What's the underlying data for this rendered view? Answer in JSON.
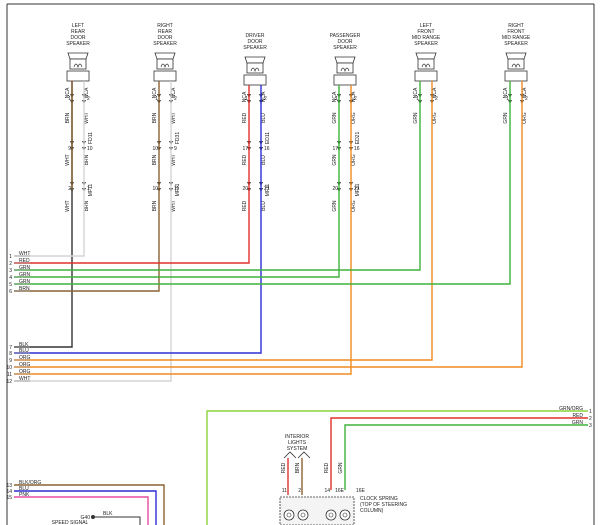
{
  "speakers": [
    {
      "title": [
        "LEFT",
        "REAR",
        "DOOR",
        "SPEAKER"
      ],
      "pin_labels": [
        "NCA",
        "NCA"
      ],
      "pin_nums": [
        "1",
        "2"
      ],
      "wire_colors": [
        "BRN",
        "WHT"
      ],
      "connector_pins": [
        "9",
        "10"
      ],
      "connector_name": "FD11",
      "lower_colors": [
        "WHT",
        "BRN"
      ],
      "lower_pins": [
        "2",
        "1"
      ],
      "lower_name": "MF11"
    },
    {
      "title": [
        "RIGHT",
        "REAR",
        "DOOR",
        "SPEAKER"
      ],
      "pin_labels": [
        "NCA",
        "NCA"
      ],
      "pin_nums": [
        "1",
        "2"
      ],
      "wire_colors": [
        "BRN",
        "WHT"
      ],
      "connector_pins": [
        "10",
        "9"
      ],
      "connector_name": "FD31",
      "lower_colors": [
        "BRN",
        "WHT"
      ],
      "lower_pins": [
        "10",
        "11"
      ],
      "lower_name": "MF31"
    },
    {
      "title": [
        "DRIVER",
        "DOOR",
        "SPEAKER"
      ],
      "pin_labels": [
        "NCA",
        "NCA"
      ],
      "pin_nums": [
        "1",
        "2"
      ],
      "wire_colors": [
        "RED",
        "BLU"
      ],
      "connector_pins": [
        "17",
        "16"
      ],
      "connector_name": "ED11",
      "lower_colors": [
        "RED",
        "BLU"
      ],
      "lower_pins": [
        "20",
        "21"
      ],
      "lower_name": "MF11"
    },
    {
      "title": [
        "PASSENGER",
        "DOOR",
        "SPEAKER"
      ],
      "pin_labels": [
        "NCA",
        "NCA"
      ],
      "pin_nums": [
        "1",
        "2"
      ],
      "wire_colors": [
        "GRN",
        "ORG"
      ],
      "connector_pins": [
        "17",
        "16"
      ],
      "connector_name": "ED21",
      "lower_colors": [
        "GRN",
        "ORG"
      ],
      "lower_pins": [
        "20",
        "21"
      ],
      "lower_name": "MF21"
    },
    {
      "title": [
        "LEFT",
        "FRONT",
        "MID RANGE",
        "SPEAKER"
      ],
      "pin_labels": [
        "NCA",
        "NCA"
      ],
      "pin_nums": [
        "1",
        "2"
      ],
      "wire_colors": [
        "GRN",
        "ORG"
      ]
    },
    {
      "title": [
        "RIGHT",
        "FRONT",
        "MID RANGE",
        "SPEAKER"
      ],
      "pin_labels": [
        "NCA",
        "NCA"
      ],
      "pin_nums": [
        "1",
        "2"
      ],
      "wire_colors": [
        "GRN",
        "ORG"
      ]
    }
  ],
  "left_pins": [
    {
      "pin": "1",
      "label": "WHT"
    },
    {
      "pin": "2",
      "label": "RED"
    },
    {
      "pin": "3",
      "label": "GRN"
    },
    {
      "pin": "4",
      "label": "GRN"
    },
    {
      "pin": "5",
      "label": "GRN"
    },
    {
      "pin": "6",
      "label": "BRN"
    },
    {
      "pin": "7",
      "label": "BLK"
    },
    {
      "pin": "8",
      "label": "BLU"
    },
    {
      "pin": "9",
      "label": "ORG"
    },
    {
      "pin": "10",
      "label": "ORG"
    },
    {
      "pin": "11",
      "label": "ORG"
    },
    {
      "pin": "12",
      "label": "WHT"
    },
    {
      "pin": "13",
      "label": "BLK/ORG"
    },
    {
      "pin": "14",
      "label": "BLU"
    },
    {
      "pin": "15",
      "label": "PNK"
    }
  ],
  "right_pins": [
    {
      "pin": "1",
      "label": "GRN/ORG"
    },
    {
      "pin": "2",
      "label": "RED"
    },
    {
      "pin": "3",
      "label": "GRN"
    }
  ],
  "interior_lights": [
    "INTERIOR",
    "LIGHTS",
    "SYSTEM"
  ],
  "clock_spring": [
    "CLOCK SPRING",
    "(TOP OF STEERING",
    "COLUMN)"
  ],
  "clock_wire_colors": [
    "RED",
    "BRN",
    "RED",
    "GRN"
  ],
  "clock_pins": [
    "11",
    "2",
    "14",
    "16E"
  ],
  "ground": {
    "name": "G40",
    "label": "SPEED SIGNAL",
    "wire": "BLK"
  },
  "colors": {
    "wht": "#d4d4d4",
    "red": "#e0302a",
    "grn": "#3fb23a",
    "brn": "#8a6232",
    "blk": "#333333",
    "blu": "#2d2fd2",
    "org": "#f08a1e",
    "pnk": "#e64da0",
    "grn_org": "#8ecf3e"
  }
}
